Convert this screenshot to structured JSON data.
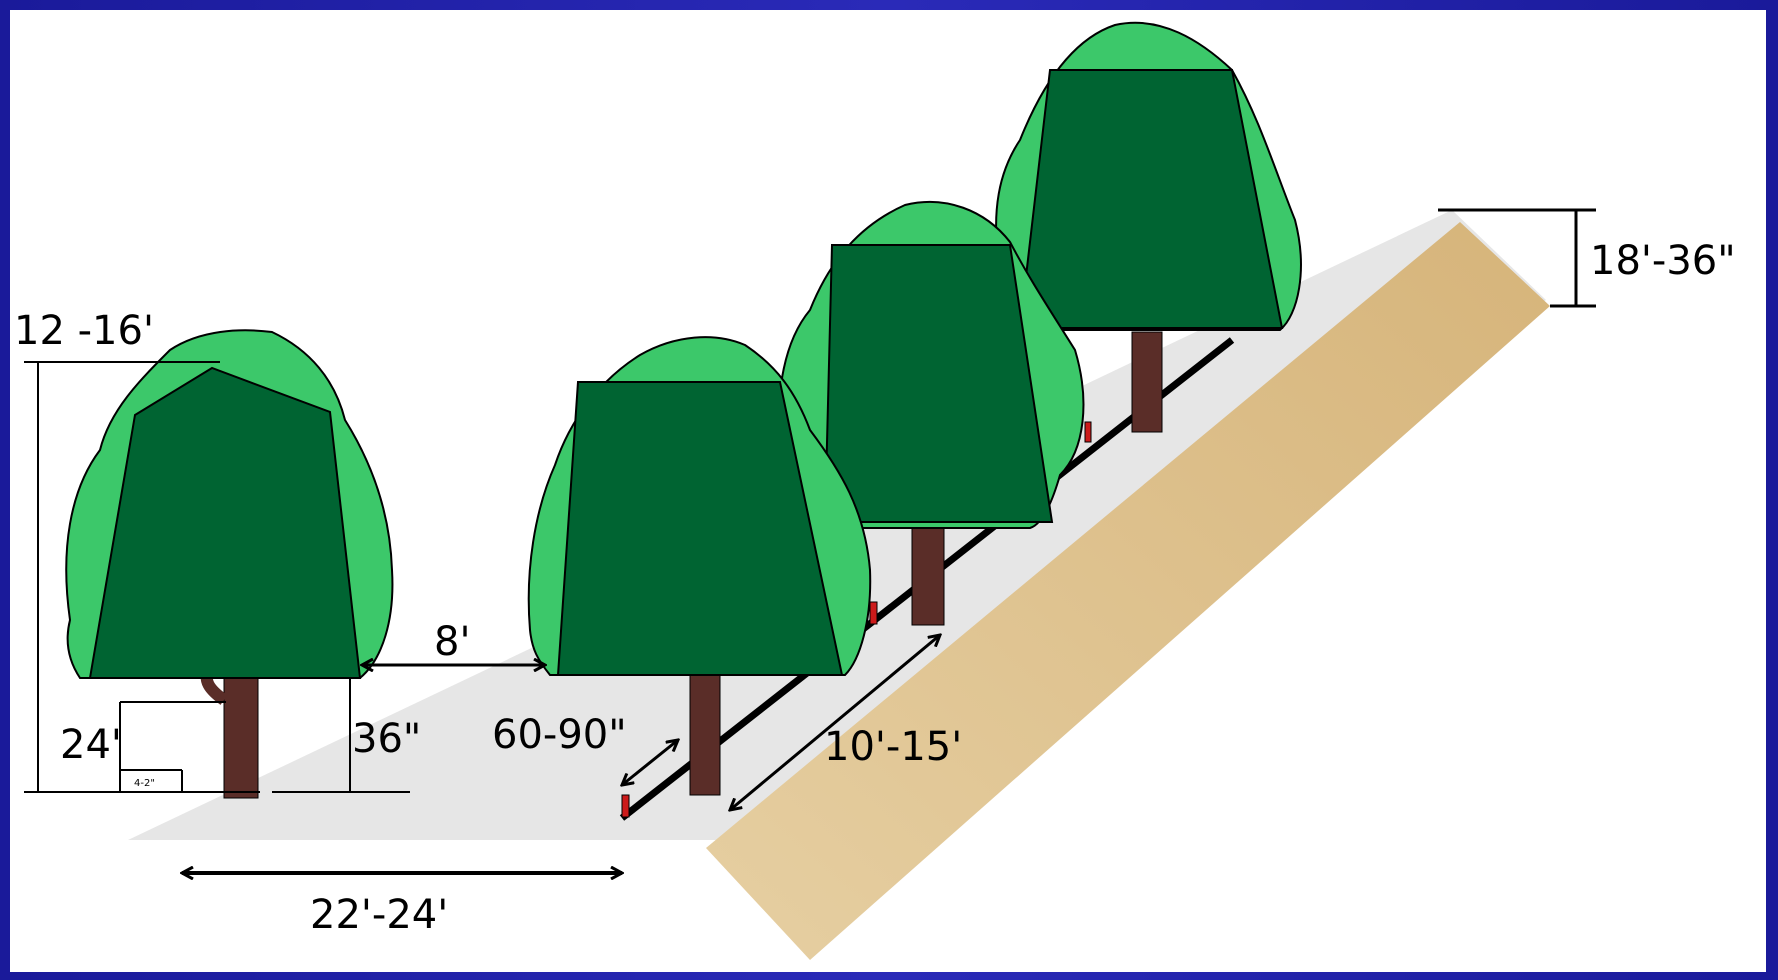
{
  "labels": {
    "canopy_width": "12 -16'",
    "row_spacing": "22'-24'",
    "canopy_gap": "8'",
    "canopy_clearance": "36\"",
    "ground_clearance": "24'",
    "trunk_small": "4-2\"",
    "emitter_spacing": "60-90\"",
    "tree_spacing": "10'-15'",
    "bed_height": "18'-36\""
  },
  "colors": {
    "background_border": "#2222aa",
    "light_foliage": "#3cc86a",
    "dark_foliage": "#006432",
    "trunk": "#5a2d28",
    "bed_surface": "#e6e6e6",
    "bed_side": "#d8bc86",
    "drip_line": "#000000",
    "emitter": "#cc1a1a"
  }
}
